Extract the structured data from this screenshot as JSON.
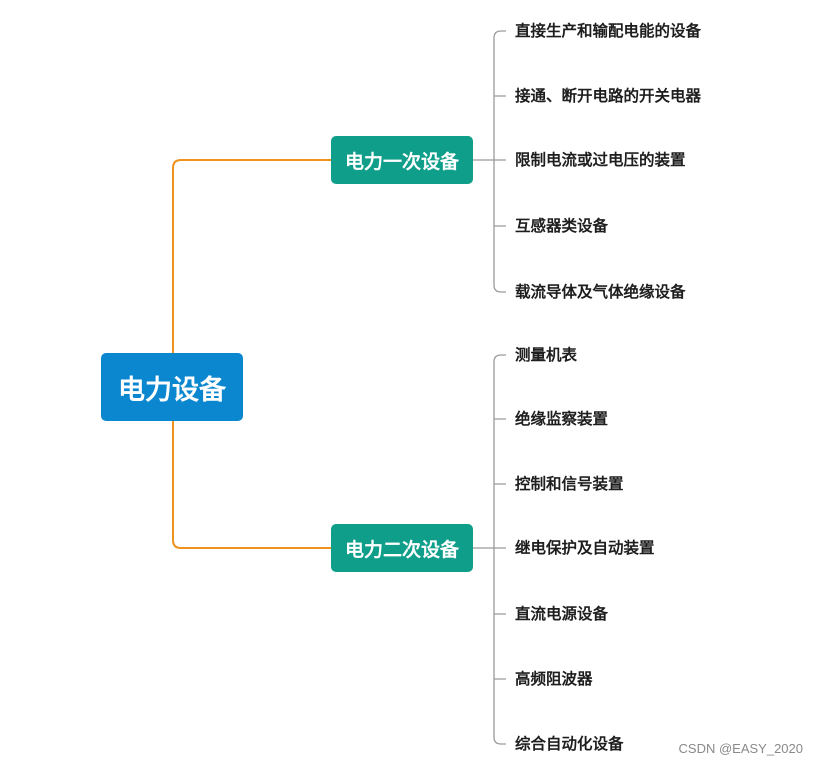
{
  "root": {
    "label": "电力设备"
  },
  "branches": [
    {
      "label": "电力一次设备",
      "items": [
        "直接生产和输配电能的设备",
        "接通、断开电路的开关电器",
        "限制电流或过电压的装置",
        "互感器类设备",
        "载流导体及气体绝缘设备"
      ]
    },
    {
      "label": "电力二次设备",
      "items": [
        "测量机表",
        "绝缘监察装置",
        "控制和信号装置",
        "继电保护及自动装置",
        "直流电源设备",
        "高频阻波器",
        "综合自动化设备"
      ]
    }
  ],
  "colors": {
    "root": "#0b87d0",
    "branch": "#0f9e8a",
    "root_connector": "#f0921e",
    "leaf_connector": "#9a9a9a",
    "leaf_text": "#1e1e1e"
  },
  "watermark": "CSDN @EASY_2020"
}
